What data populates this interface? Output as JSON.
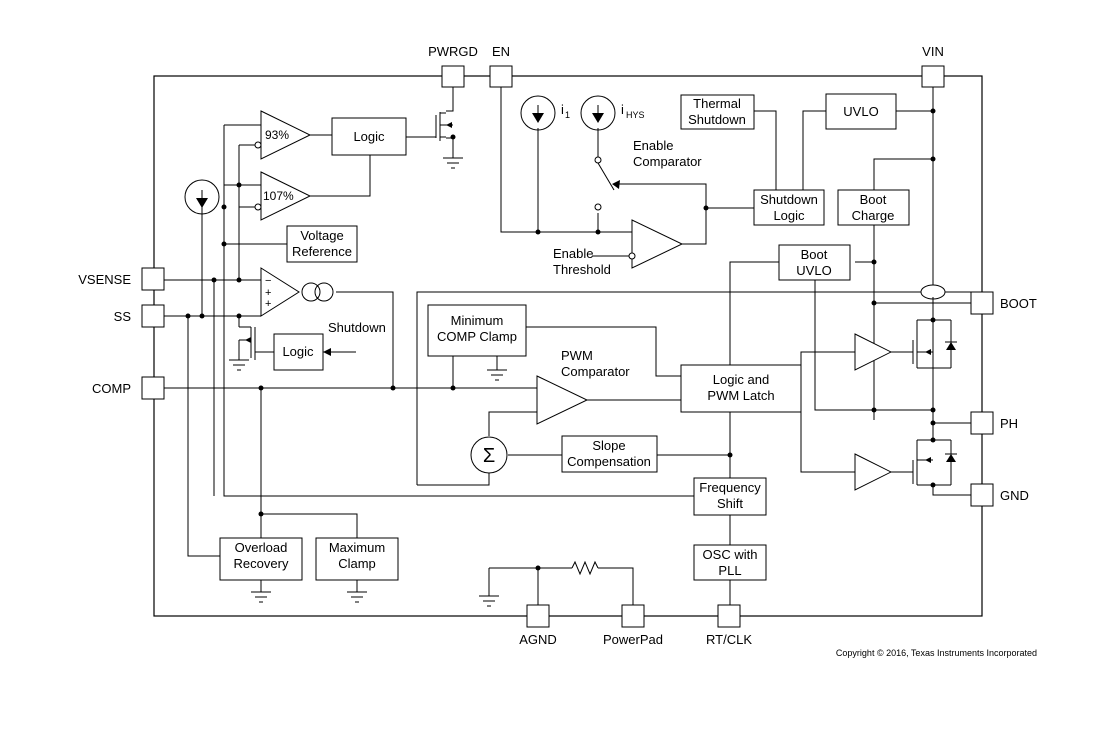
{
  "pins": {
    "pwrgd": "PWRGD",
    "en": "EN",
    "vin": "VIN",
    "vsense": "VSENSE",
    "ss": "SS",
    "comp": "COMP",
    "boot": "BOOT",
    "ph": "PH",
    "gnd": "GND",
    "agnd": "AGND",
    "powerpad": "PowerPad",
    "rtclk": "RT/CLK"
  },
  "blocks": {
    "logic_pg": "Logic",
    "logic_ss": "Logic",
    "voltage_reference": [
      "Voltage",
      "Reference"
    ],
    "thermal_shutdown": [
      "Thermal",
      "Shutdown"
    ],
    "uvlo": "UVLO",
    "shutdown_logic": [
      "Shutdown",
      "Logic"
    ],
    "boot_charge": [
      "Boot",
      "Charge"
    ],
    "boot_uvlo": [
      "Boot",
      "UVLO"
    ],
    "min_comp_clamp": [
      "Minimum",
      "COMP Clamp"
    ],
    "logic_pwm_latch": [
      "Logic and",
      "PWM Latch"
    ],
    "slope_compensation": [
      "Slope",
      "Compensation"
    ],
    "frequency_shift": [
      "Frequency",
      "Shift"
    ],
    "osc_with_pll": [
      "OSC with",
      "PLL"
    ],
    "overload_recovery": [
      "Overload",
      "Recovery"
    ],
    "maximum_clamp": [
      "Maximum",
      "Clamp"
    ]
  },
  "labels": {
    "pct_93": "93%",
    "pct_107": "107%",
    "i1_main": "i",
    "i1_sub": "1",
    "ihys_main": "i",
    "ihys_sub": "HYS",
    "enable_comparator": [
      "Enable",
      "Comparator"
    ],
    "enable_threshold": [
      "Enable",
      "Threshold"
    ],
    "shutdown": "Shutdown",
    "pwm_comparator": [
      "PWM",
      "Comparator"
    ],
    "sigma": "Σ",
    "minus": "−",
    "plus": "+",
    "copyright": "Copyright © 2016, Texas Instruments Incorporated"
  }
}
